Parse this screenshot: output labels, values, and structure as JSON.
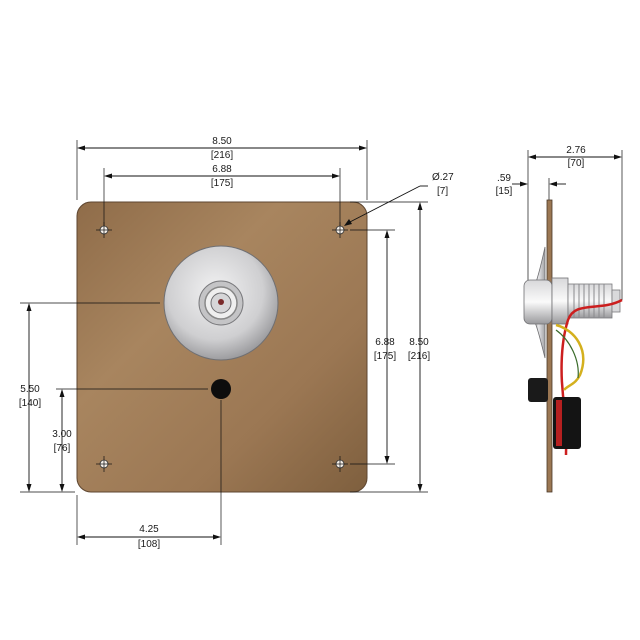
{
  "dimensions": {
    "overall_width": {
      "value": "8.50",
      "metric": "[216]"
    },
    "hole_spacing_horizontal": {
      "value": "6.88",
      "metric": "[175]"
    },
    "hole_diameter": {
      "value": "Ø.27",
      "metric": "[7]"
    },
    "hole_spacing_vertical": {
      "value": "6.88",
      "metric": "[175]"
    },
    "overall_height": {
      "value": "8.50",
      "metric": "[216]"
    },
    "center_height": {
      "value": "5.50",
      "metric": "[140]"
    },
    "small_hole_height": {
      "value": "3.00",
      "metric": "[76]"
    },
    "center_offset": {
      "value": "4.25",
      "metric": "[108]"
    },
    "side_flange_thickness": {
      "value": ".59",
      "metric": "[15]"
    },
    "side_total_depth": {
      "value": "2.76",
      "metric": "[70]"
    }
  },
  "colors": {
    "plate": "#a8855f",
    "plate_dark": "#7e5f3e",
    "flange": "#c9c9cb",
    "wire_red": "#cc1f1f",
    "wire_yellow": "#d4b01e",
    "line": "#111111"
  }
}
